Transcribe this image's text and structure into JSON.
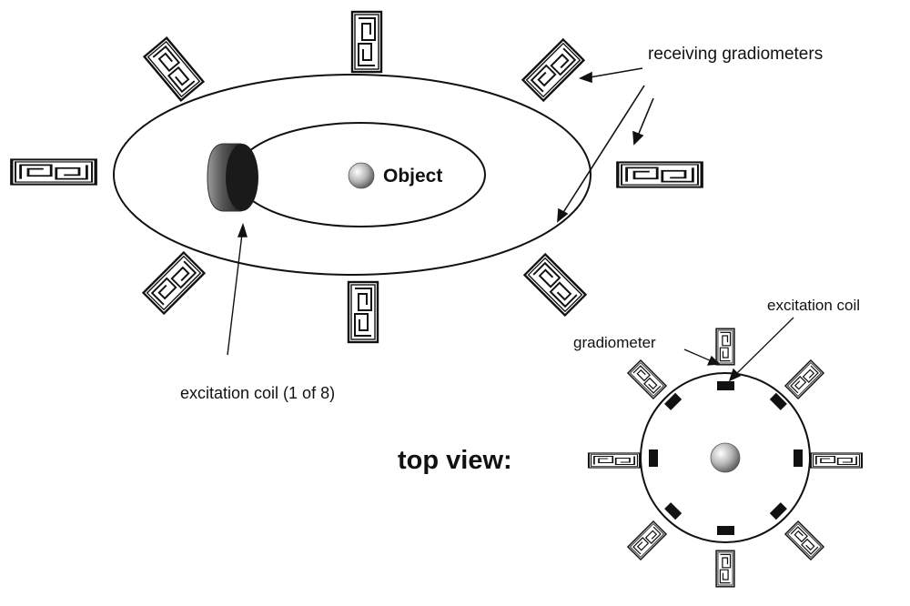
{
  "labels": {
    "receiving": "receiving gradiometers",
    "object": "Object",
    "excitation_main": "excitation coil (1 of 8)",
    "top_view": "top view:",
    "gradiometer": "gradiometer",
    "excitation_small": "excitation coil"
  }
}
